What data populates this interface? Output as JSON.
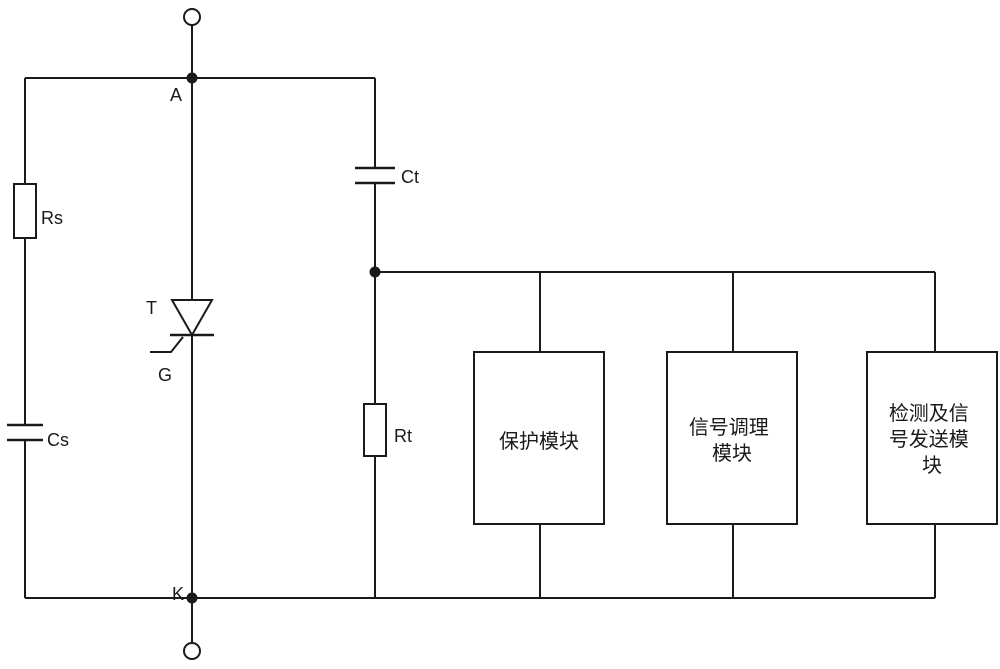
{
  "labels": {
    "node_a": "A",
    "node_k": "K",
    "thyristor": "T",
    "gate": "G",
    "rs": "Rs",
    "cs": "Cs",
    "ct": "Ct",
    "rt": "Rt"
  },
  "modules": {
    "protection": [
      "保护模块"
    ],
    "conditioning": [
      "信号调理",
      "模块"
    ],
    "detection": [
      "检测及信",
      "号发送模",
      "块"
    ]
  },
  "colors": {
    "line": "#1a1a1a",
    "background": "#ffffff"
  }
}
